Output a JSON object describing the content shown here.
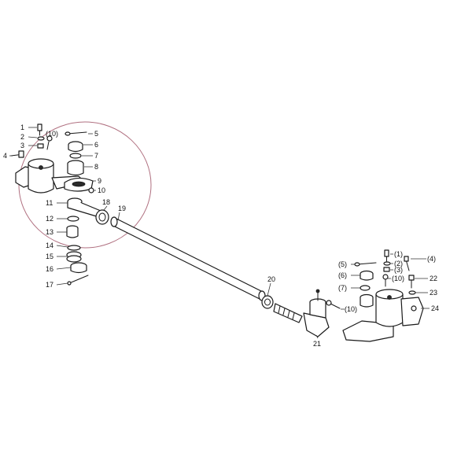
{
  "callouts": {
    "n1": "1",
    "n2": "2",
    "n3": "3",
    "n4": "4",
    "n10a": "(10)",
    "n5": "5",
    "n6": "6",
    "n7": "7",
    "n8": "8",
    "n9": "9",
    "n10": "10",
    "n11": "11",
    "n12": "12",
    "n13": "13",
    "n14": "14",
    "n15": "15",
    "n16": "16",
    "n17": "17",
    "n18": "18",
    "n19": "19",
    "n20": "20",
    "n21": "21",
    "n10b": "(10)",
    "r5": "(5)",
    "r6": "(6)",
    "r7": "(7)",
    "r1": "(1)",
    "r2": "(2)",
    "r3": "(3)",
    "r10": "(10)",
    "r4": "(4)",
    "n22": "22",
    "n23": "23",
    "n24": "24"
  },
  "colors": {
    "line": "#1a1a1a",
    "highlight_circle": "#b07080"
  }
}
